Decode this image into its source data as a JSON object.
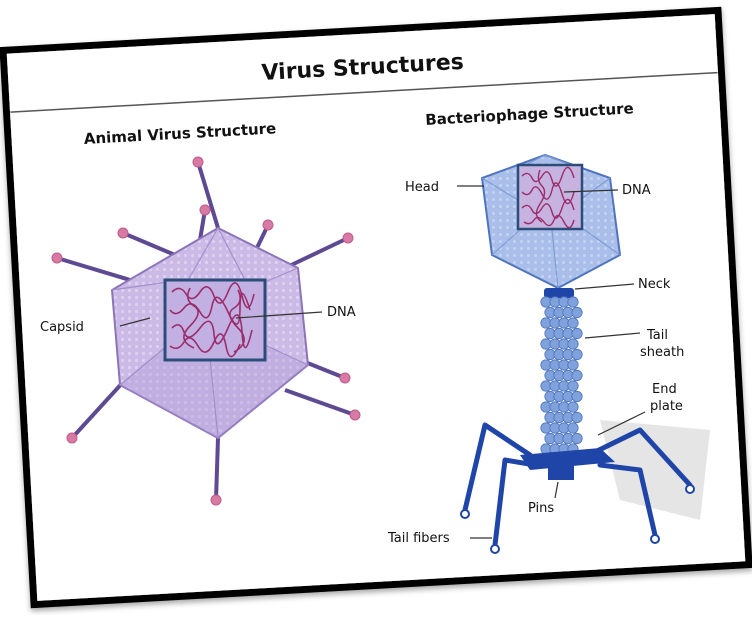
{
  "title": "Virus Structures",
  "animal": {
    "heading": "Animal Virus Structure",
    "labels": {
      "capsid": "Capsid",
      "dna": "DNA"
    }
  },
  "phage": {
    "heading": "Bacteriophage Structure",
    "labels": {
      "head": "Head",
      "dna": "DNA",
      "neck": "Neck",
      "tail_sheath_1": "Tail",
      "tail_sheath_2": "sheath",
      "end_plate_1": "End",
      "end_plate_2": "plate",
      "pins": "Pins",
      "tail_fibers": "Tail fibers"
    }
  },
  "colors": {
    "capsid_fill": "#c9b6e4",
    "capsid_stroke": "#8c74b8",
    "spike": "#5e4a93",
    "spike_tip": "#d77aa4",
    "phage_blue": "#7fa2dc",
    "phage_dark": "#1f45a8",
    "dna": "#9b2d6b"
  }
}
